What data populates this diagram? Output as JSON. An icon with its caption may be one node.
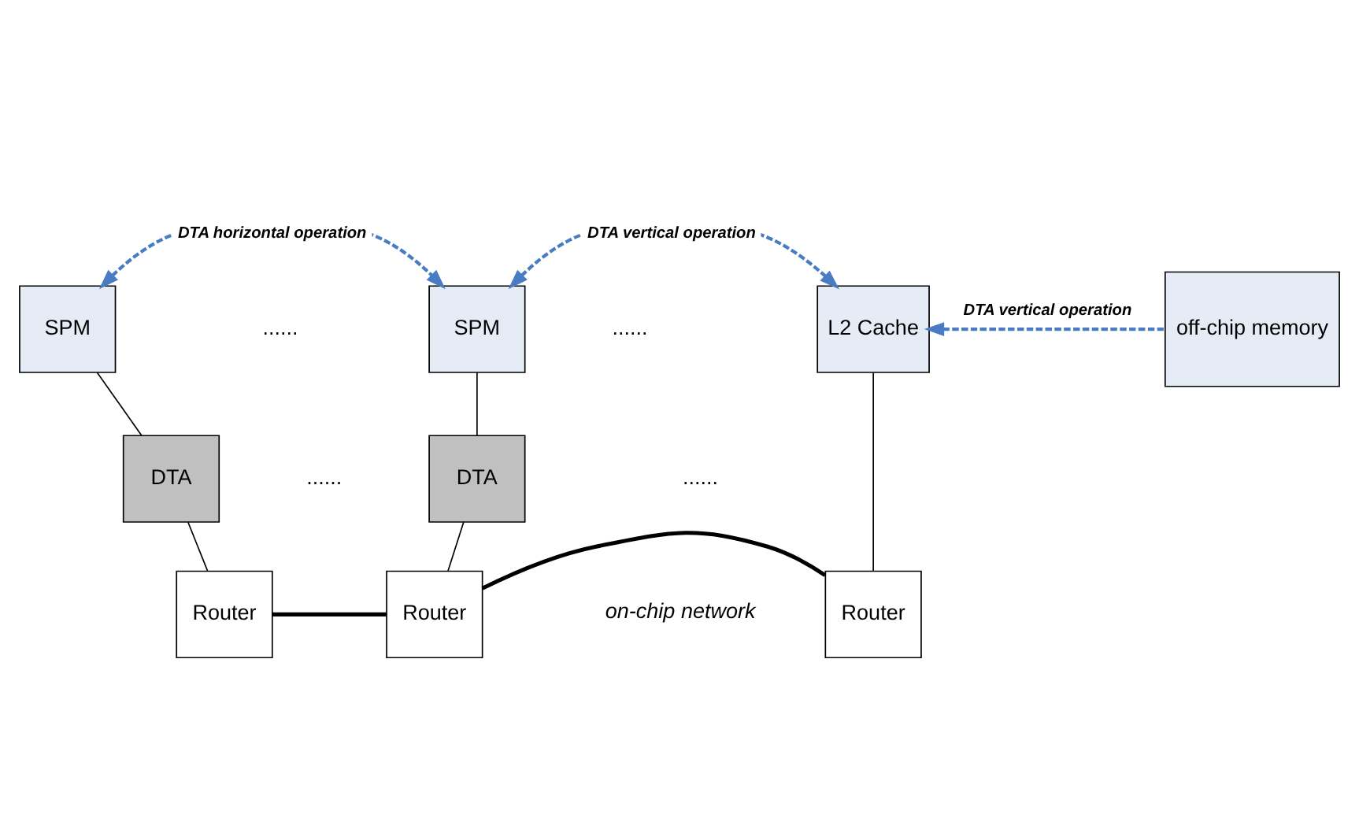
{
  "diagram": {
    "nodes": [
      {
        "text": [
          "SPM"
        ]
      },
      {
        "text": [
          "DTA"
        ]
      },
      {
        "text": [
          "Router"
        ]
      },
      {
        "text": [
          "SPM"
        ]
      },
      {
        "text": [
          "DTA"
        ]
      },
      {
        "text": [
          "Router"
        ]
      },
      {
        "text": [
          "L2 Cache"
        ]
      },
      {
        "text": [
          "Router"
        ]
      },
      {
        "text": [
          "off-chip memory"
        ]
      }
    ],
    "edges": [
      {
        "from": 0,
        "to": 1,
        "arrow": "none"
      },
      {
        "from": 1,
        "to": 2,
        "arrow": "none"
      },
      {
        "from": 3,
        "to": 4,
        "arrow": "none"
      },
      {
        "from": 4,
        "to": 5,
        "arrow": "none"
      },
      {
        "from": 6,
        "to": 7,
        "arrow": "none"
      },
      {
        "from": 2,
        "to": 5,
        "arrow": "none",
        "style": "thick"
      },
      {
        "from": 5,
        "to": 7,
        "arrow": "none",
        "style": "thick"
      },
      {
        "from": 0,
        "to": 3,
        "arrow": "both",
        "style": "dashed",
        "color": "#4a7cc4",
        "label": "DTA horizontal operation"
      },
      {
        "from": 3,
        "to": 6,
        "arrow": "both",
        "style": "dashed",
        "color": "#4a7cc4",
        "label": "DTA vertical operation"
      },
      {
        "from": 8,
        "to": 6,
        "arrow": "to",
        "style": "dashed",
        "color": "#4a7cc4",
        "label": "DTA vertical operation"
      }
    ],
    "labels": [
      "......",
      "......",
      "......",
      "......",
      "on-chip network"
    ]
  }
}
